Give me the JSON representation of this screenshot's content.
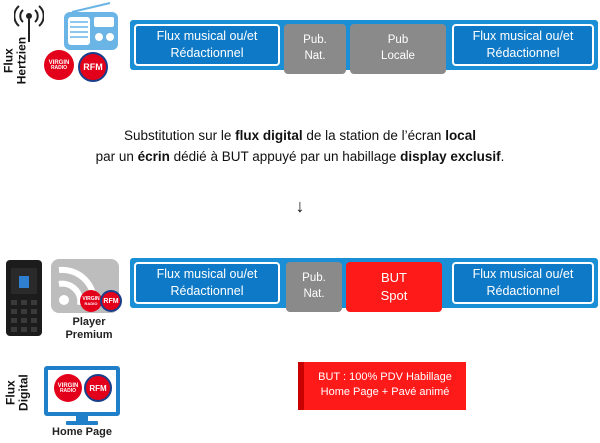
{
  "colors": {
    "blue": "#0e7ac7",
    "strip": "#1a8fd6",
    "grey": "#8a8a8a",
    "red": "#ff1a1a"
  },
  "top": {
    "label_line1": "Flux",
    "label_line2": "Hertzien",
    "icons": [
      "broadcast-antenna-icon",
      "radio-icon"
    ],
    "logo_virgin": "VIRGIN",
    "logo_virgin_sub": "RADIO",
    "logo_rfm": "RFM",
    "blocks": [
      {
        "line1": "Flux musical ou/et",
        "line2": "Rédactionnel"
      },
      {
        "line1": "Pub.",
        "line2": "Nat."
      },
      {
        "line1": "Pub",
        "line2": "Locale"
      },
      {
        "line1": "Flux musical ou/et",
        "line2": "Rédactionnel"
      }
    ]
  },
  "description": {
    "line1_a": "Substitution sur le ",
    "line1_b": "flux digital",
    "line1_c": " de la station de l’écran ",
    "line1_d": "local",
    "line2_a": "par un ",
    "line2_b": "écrin",
    "line2_c": " dédié à BUT appuyé par un habillage ",
    "line2_d": "display exclusif",
    "line2_e": "."
  },
  "arrow": "↓",
  "bottom": {
    "label_line1": "Flux",
    "label_line2": "Digital",
    "player_caption_line1": "Player",
    "player_caption_line2": "Premium",
    "homepage_caption": "Home Page",
    "icons": [
      "phone-icon",
      "rss-icon",
      "monitor-icon"
    ],
    "logo_virgin": "VIRGIN",
    "logo_virgin_sub": "RADIO",
    "logo_rfm": "RFM",
    "blocks": [
      {
        "line1": "Flux musical ou/et",
        "line2": "Rédactionnel"
      },
      {
        "line1": "Pub.",
        "line2": "Nat."
      },
      {
        "line1": "BUT",
        "line2": "Spot"
      },
      {
        "line1": "Flux musical ou/et",
        "line2": "Rédactionnel"
      }
    ],
    "banner_line1": "BUT : 100% PDV Habillage",
    "banner_line2": "Home  Page + Pavé animé"
  }
}
